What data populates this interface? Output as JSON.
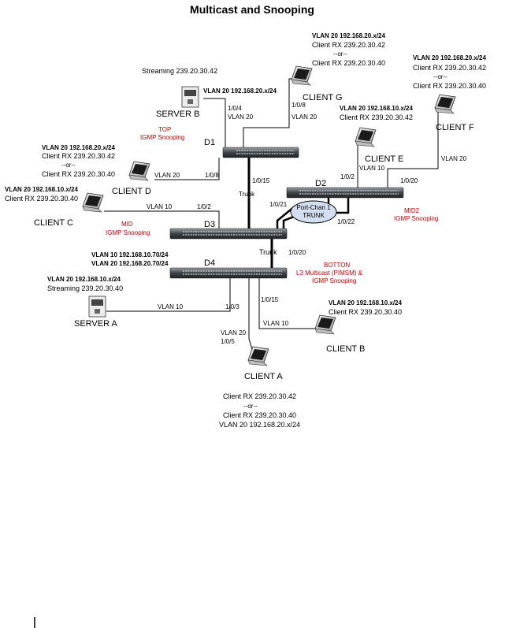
{
  "title": "Multicast and Snooping",
  "switches": {
    "d1": {
      "name": "D1",
      "role_line1": "TOP",
      "role_line2": "IGMP Snooping"
    },
    "d2": {
      "name": "D2",
      "role_line1": "MID2",
      "role_line2": "IGMP Snooping"
    },
    "d3": {
      "name": "D3",
      "role_line1": "MID",
      "role_line2": "IGMP Snooping"
    },
    "d4": {
      "name": "D4",
      "role_line1": "BOTTON",
      "role_line2": "L3 Multicast (PIMSM) &",
      "role_line3": "IGMP Snooping",
      "vlan10": "VLAN 10  192.168.10.70/24",
      "vlan20": "VLAN 20  192.168.20.70/24"
    }
  },
  "port_channel": {
    "line1": "Port-Chan 1",
    "line2": "TRUNK"
  },
  "servers": {
    "a": {
      "name": "SERVER A",
      "vlan": "VLAN 20 192.168.10.x/24",
      "stream": "Streaming 239.20.30.40"
    },
    "b": {
      "name": "SERVER B",
      "vlan": "VLAN 20 192.168.20.x/24",
      "stream": "Streaming 239.20.30.42"
    }
  },
  "clients": {
    "a": {
      "name": "CLIENT A",
      "rx1": "Client RX 239.20.30.42",
      "or": "--or--",
      "rx2": "Client RX 239.20.30.40",
      "vlan": "VLAN 20 192.168.20.x/24"
    },
    "b": {
      "name": "CLIENT B",
      "vlan": "VLAN 20 192.168.10.x/24",
      "rx": "Client RX 239.20.30.40"
    },
    "c": {
      "name": "CLIENT C",
      "vlan": "VLAN 20 192.168.10.x/24",
      "rx": "Client RX 239.20.30.40"
    },
    "d": {
      "name": "CLIENT D",
      "vlan": "VLAN 20 192.168.20.x/24",
      "rx1": "Client RX 239.20.30.42",
      "or": "--or--",
      "rx2": "Client RX 239.20.30.40"
    },
    "e": {
      "name": "CLIENT E",
      "vlan": "VLAN 20 192.168.10.x/24",
      "rx": "Client RX 239.20.30.42"
    },
    "f": {
      "name": "CLIENT F",
      "vlan": "VLAN 20 192.168.20.x/24",
      "rx1": "Client RX 239.20.30.42",
      "or": "--or--",
      "rx2": "Client RX 239.20.30.40"
    },
    "g": {
      "name": "CLIENT G",
      "vlan": "VLAN 20 192.168.20.x/24",
      "rx1": "Client RX 239.20.30.42",
      "or": "--or--",
      "rx2": "Client RX 239.20.30.40"
    }
  },
  "links": {
    "d1_serverb": {
      "port": "1/0/4",
      "vlan": "VLAN 20"
    },
    "d1_clientg": {
      "port": "1/0/8",
      "vlan": "VLAN 20"
    },
    "d1_clientd": {
      "port": "1/0/8",
      "vlan": "VLAN 20"
    },
    "d1_d3": {
      "port": "1/0/15",
      "label": "Trunk"
    },
    "d2_cliente": {
      "port": "1/0/2",
      "vlan": "VLAN 10"
    },
    "d2_clientf": {
      "port": "1/0/20",
      "vlan": "VLAN 20"
    },
    "d2_pc_top": {
      "port": "1/0/21"
    },
    "d2_pc_bottom": {
      "port": "1/0/22"
    },
    "d3_clientc": {
      "port": "1/0/2",
      "vlan": "VLAN 10"
    },
    "d3_d4": {
      "port": "1/0/20",
      "label": "Trunk"
    },
    "d4_servera": {
      "port": "1/0/3",
      "vlan": "VLAN 10"
    },
    "d4_clienta": {
      "port": "1/0/5",
      "vlan": "VLAN 20"
    },
    "d4_clientb": {
      "port": "1/0/15",
      "vlan": "VLAN 10"
    }
  }
}
